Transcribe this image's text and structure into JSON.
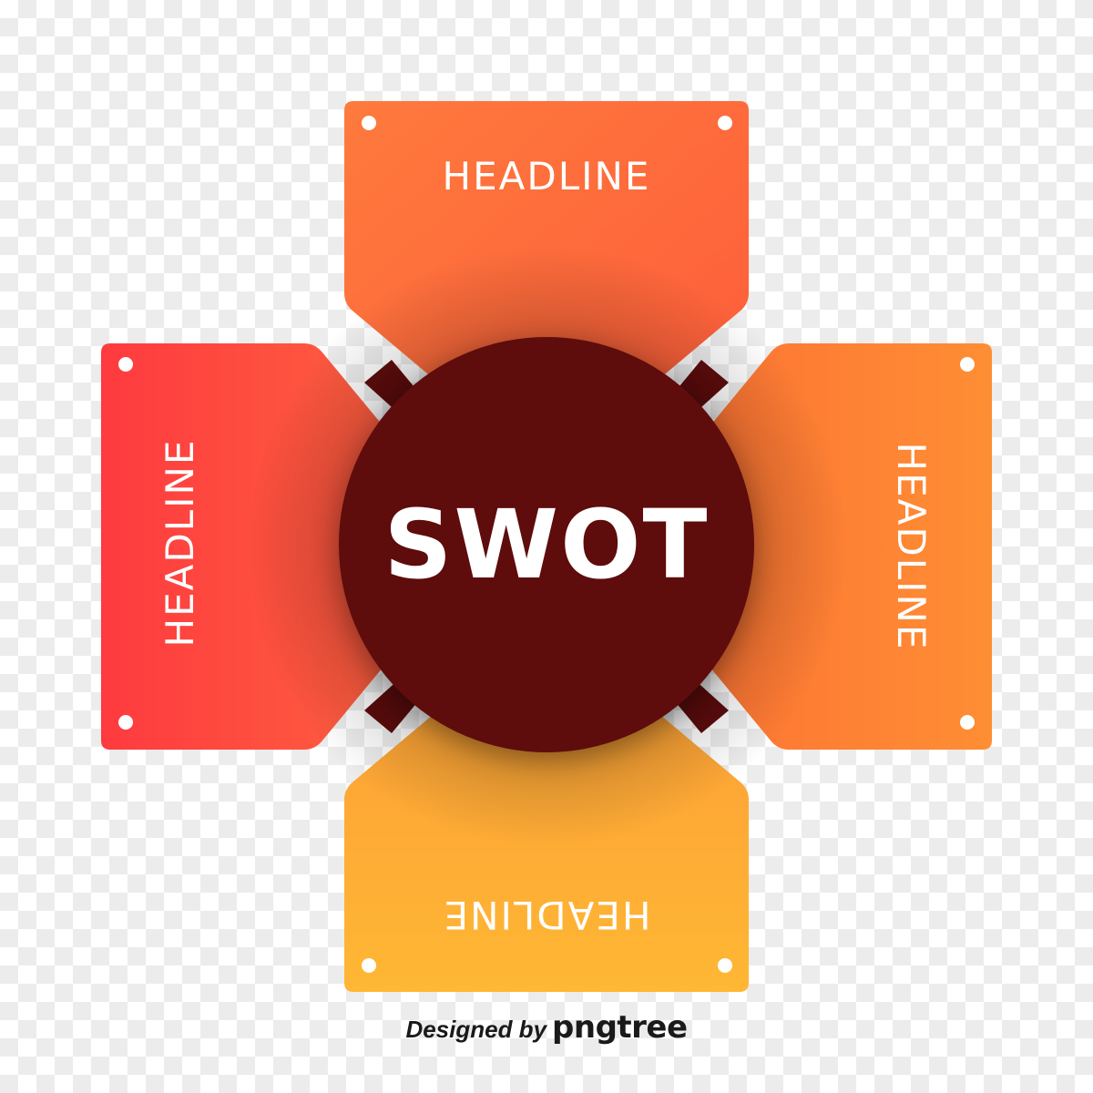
{
  "diagram": {
    "center": {
      "title": "SWOT",
      "color": "#5e0c0c"
    },
    "petals": [
      {
        "position": "top",
        "label": "HEADLINE",
        "gradient": [
          "#fe7a3d",
          "#fe5b3a"
        ]
      },
      {
        "position": "left",
        "label": "HEADLINE",
        "gradient": [
          "#fe3a3f",
          "#ff6a3f"
        ]
      },
      {
        "position": "right",
        "label": "HEADLINE",
        "gradient": [
          "#fe6d34",
          "#fe8e34"
        ]
      },
      {
        "position": "bottom",
        "label": "HEADLINE",
        "gradient": [
          "#fc9c37",
          "#ffb734"
        ]
      }
    ]
  },
  "credit": {
    "prefix": "Designed by",
    "brand": "pngtree"
  },
  "icons": {
    "corner_dot": "circle-dot-icon"
  }
}
